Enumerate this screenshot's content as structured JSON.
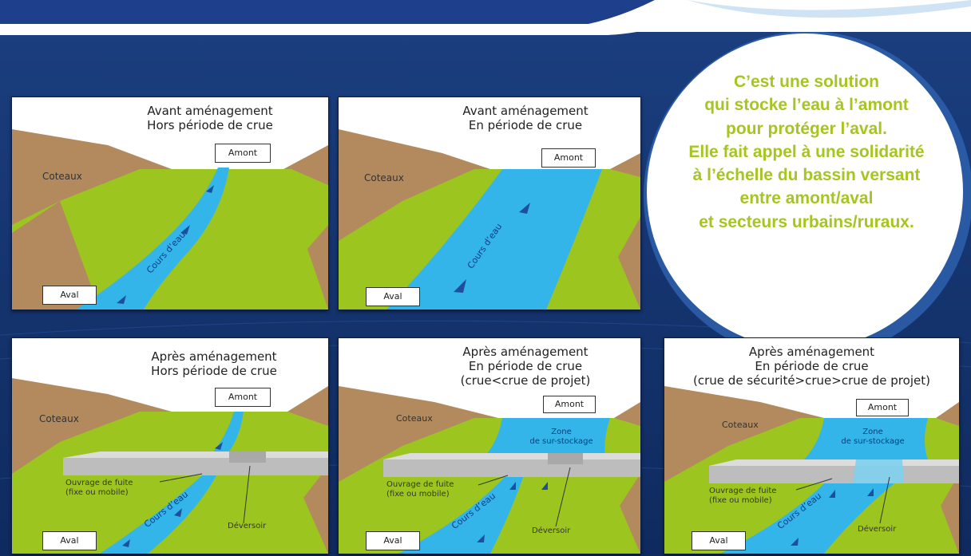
{
  "message": {
    "lines": [
      "C’est une solution",
      "qui stocke l’eau à l’amont",
      "pour protéger l’aval.",
      "Elle fait appel à une solidarité",
      "à l’échelle du bassin versant",
      "entre amont/aval",
      "et secteurs urbains/ruraux."
    ]
  },
  "labels": {
    "amont": "Amont",
    "aval": "Aval",
    "coteaux": "Coteaux",
    "cours_eau": "Cours d’eau",
    "ouvrage_line1": "Ouvrage de fuite",
    "ouvrage_line2": "(fixe ou mobile)",
    "deversoir": "Déversoir",
    "zone_line1": "Zone",
    "zone_line2": "de sur-stockage"
  },
  "panels": [
    {
      "title1": "Avant aménagement",
      "title2": "Hors période de crue"
    },
    {
      "title1": "Avant aménagement",
      "title2": "En période de crue"
    },
    {
      "title1": "Après aménagement",
      "title2": "Hors période de crue"
    },
    {
      "title1": "Après aménagement",
      "title2": "En période de crue",
      "title3": "(crue<crue de projet)"
    },
    {
      "title1": "Après aménagement",
      "title2": "En période de crue",
      "title3": "(crue de sécurité>crue>crue de projet)"
    }
  ],
  "colors": {
    "background": "#16336d",
    "slope": "#b38a5d",
    "field": "#9dc520",
    "water": "#33b5ea",
    "arrow": "#1d4f9c",
    "dam": "#c9c9c9",
    "message_text": "#a6c51f"
  }
}
